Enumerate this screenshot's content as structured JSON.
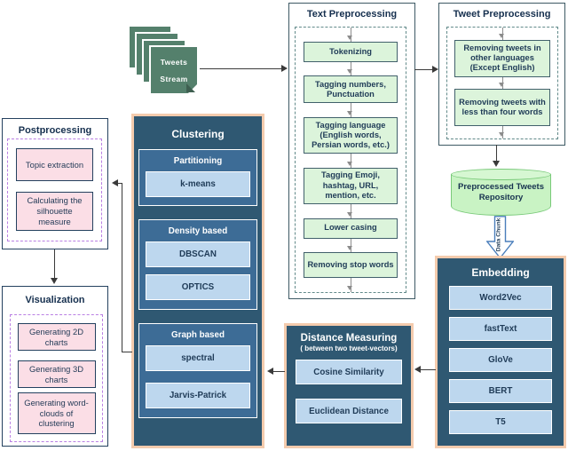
{
  "source_stack": {
    "line1": "Tweets",
    "line2": "Stream"
  },
  "text_preprocessing": {
    "title": "Text Preprocessing",
    "steps": [
      "Tokenizing",
      "Tagging numbers, Punctuation",
      "Tagging language (English words, Persian words, etc.)",
      "Tagging Emoji, hashtag, URL, mention, etc.",
      "Lower casing",
      "Removing stop words"
    ]
  },
  "tweet_preprocessing": {
    "title": "Tweet Preprocessing",
    "steps": [
      "Removing tweets in other languages (Except English)",
      "Removing tweets with less than four words"
    ]
  },
  "repository": {
    "label": "Preprocessed Tweets Repository"
  },
  "data_chunk_label": "Data Chunk",
  "embedding": {
    "title": "Embedding",
    "items": [
      "Word2Vec",
      "fastText",
      "GloVe",
      "BERT",
      "T5"
    ]
  },
  "distance_measuring": {
    "title": "Distance Measuring",
    "subtitle": "( between two tweet-vectors)",
    "items": [
      "Cosine Similarity",
      "Euclidean Distance"
    ]
  },
  "clustering": {
    "title": "Clustering",
    "groups": [
      {
        "label": "Partitioning",
        "items": [
          "k-means"
        ]
      },
      {
        "label": "Density based",
        "items": [
          "DBSCAN",
          "OPTICS"
        ]
      },
      {
        "label": "Graph based",
        "items": [
          "spectral",
          "Jarvis-Patrick"
        ]
      }
    ]
  },
  "postprocessing": {
    "title": "Postprocessing",
    "items": [
      "Topic extraction",
      "Calculating the silhouette measure"
    ]
  },
  "visualization": {
    "title": "Visualization",
    "items": [
      "Generating 2D charts",
      "Generating 3D charts",
      "Generating word-clouds of clustering"
    ]
  },
  "colors": {
    "panel_dark_blue": "#2F5872",
    "subgroup_blue": "#3D6C96",
    "item_light_blue": "#BDD7EE",
    "panel_peach_border": "#F4CBAD",
    "step_green_fill": "#DCF4DB",
    "step_green_border": "#41606B",
    "dashed_teal": "#628A8A",
    "dashed_purple": "#B97FE3",
    "pink_fill": "#FBDEE6",
    "repository_fill": "#C9F3C4",
    "repository_border": "#79C979",
    "document_green": "#54806C",
    "data_chunk_outline": "#4A7EBB",
    "navy_text": "#1F3B57"
  }
}
